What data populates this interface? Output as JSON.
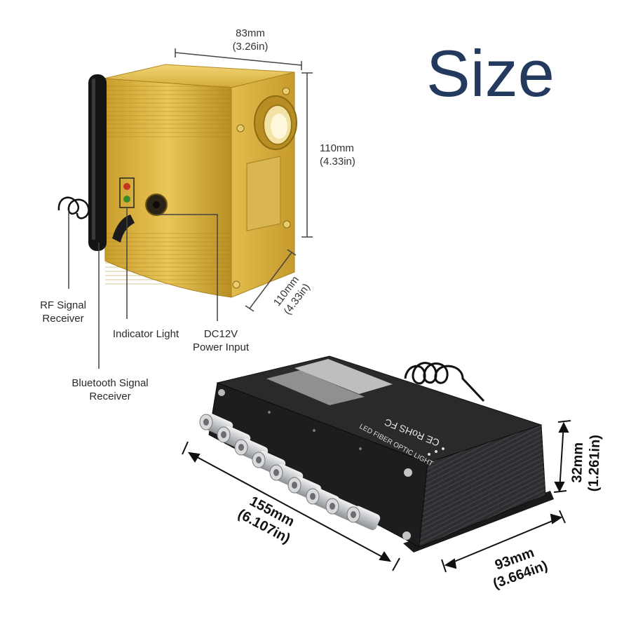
{
  "title": "Size",
  "unit1": {
    "width_mm": "83mm",
    "width_in": "(3.26in)",
    "height_mm": "110mm",
    "height_in": "(4.33in)",
    "depth_mm": "110mm",
    "depth_in": "(4.33in)",
    "labels": {
      "rf_line1": "RF Signal",
      "rf_line2": "Receiver",
      "indicator": "Indicator Light",
      "dc_line1": "DC12V",
      "dc_line2": "Power Input",
      "bt_line1": "Bluetooth Signal",
      "bt_line2": "Receiver"
    }
  },
  "unit2": {
    "length_mm": "155mm",
    "length_in": "(6.107in)",
    "width_mm": "93mm",
    "width_in": "(3.664in)",
    "height_mm": "32mm",
    "height_in": "(1.261in)",
    "panel_text": "LED FIBER OPTIC LIGHT",
    "cert_text": "CE RoHS FC"
  },
  "colors": {
    "title": "#233a5e",
    "gold": "#d8b13e",
    "black_body": "#1d1d1f"
  }
}
